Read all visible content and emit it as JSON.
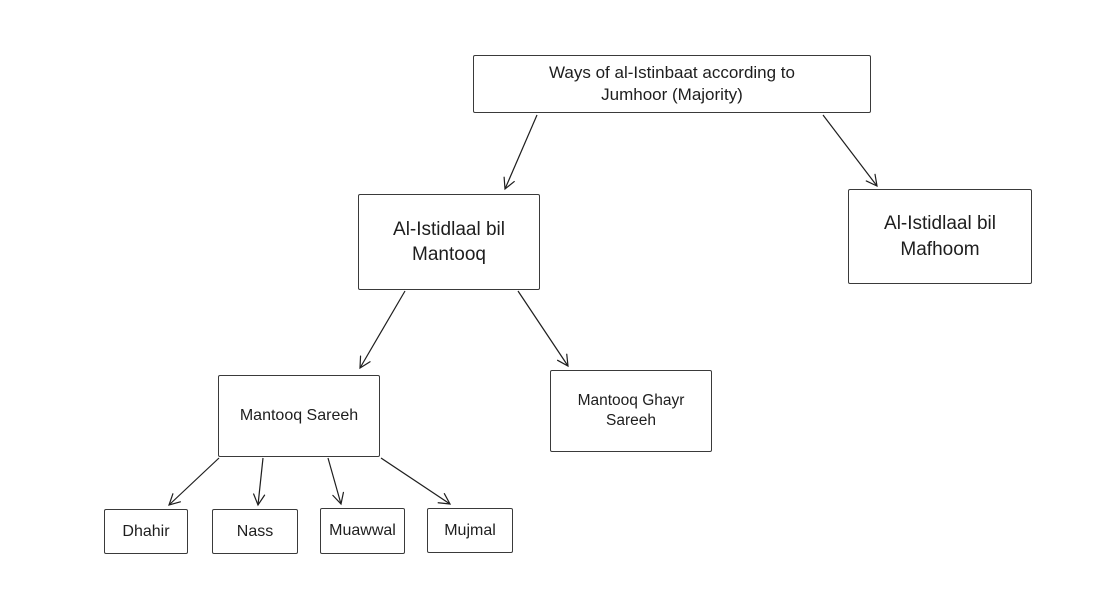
{
  "diagram": {
    "title": "Ways of al-Istinbaat according to Jumhoor (Majority)",
    "style": "hand-drawn flowchart",
    "colors": {
      "background": "#ffffff",
      "box_fill": "#ffffff",
      "stroke": "#1e1e1e",
      "text": "#1e1e1e"
    },
    "nodes": {
      "root": {
        "label": "Ways of al-Istinbaat according to Jumhoor (Majority)"
      },
      "mantooq": {
        "label": "Al-Istidlaal bil Mantooq"
      },
      "mafhoom": {
        "label": "Al-Istidlaal bil Mafhoom"
      },
      "sareeh": {
        "label": "Mantooq Sareeh"
      },
      "ghayr": {
        "label": "Mantooq Ghayr Sareeh"
      },
      "dhahir": {
        "label": "Dhahir"
      },
      "nass": {
        "label": "Nass"
      },
      "muawwal": {
        "label": "Muawwal"
      },
      "mujmal": {
        "label": "Mujmal"
      }
    },
    "edges": [
      {
        "from": "root",
        "to": "mantooq"
      },
      {
        "from": "root",
        "to": "mafhoom"
      },
      {
        "from": "mantooq",
        "to": "sareeh"
      },
      {
        "from": "mantooq",
        "to": "ghayr"
      },
      {
        "from": "sareeh",
        "to": "dhahir"
      },
      {
        "from": "sareeh",
        "to": "nass"
      },
      {
        "from": "sareeh",
        "to": "muawwal"
      },
      {
        "from": "sareeh",
        "to": "mujmal"
      }
    ]
  }
}
